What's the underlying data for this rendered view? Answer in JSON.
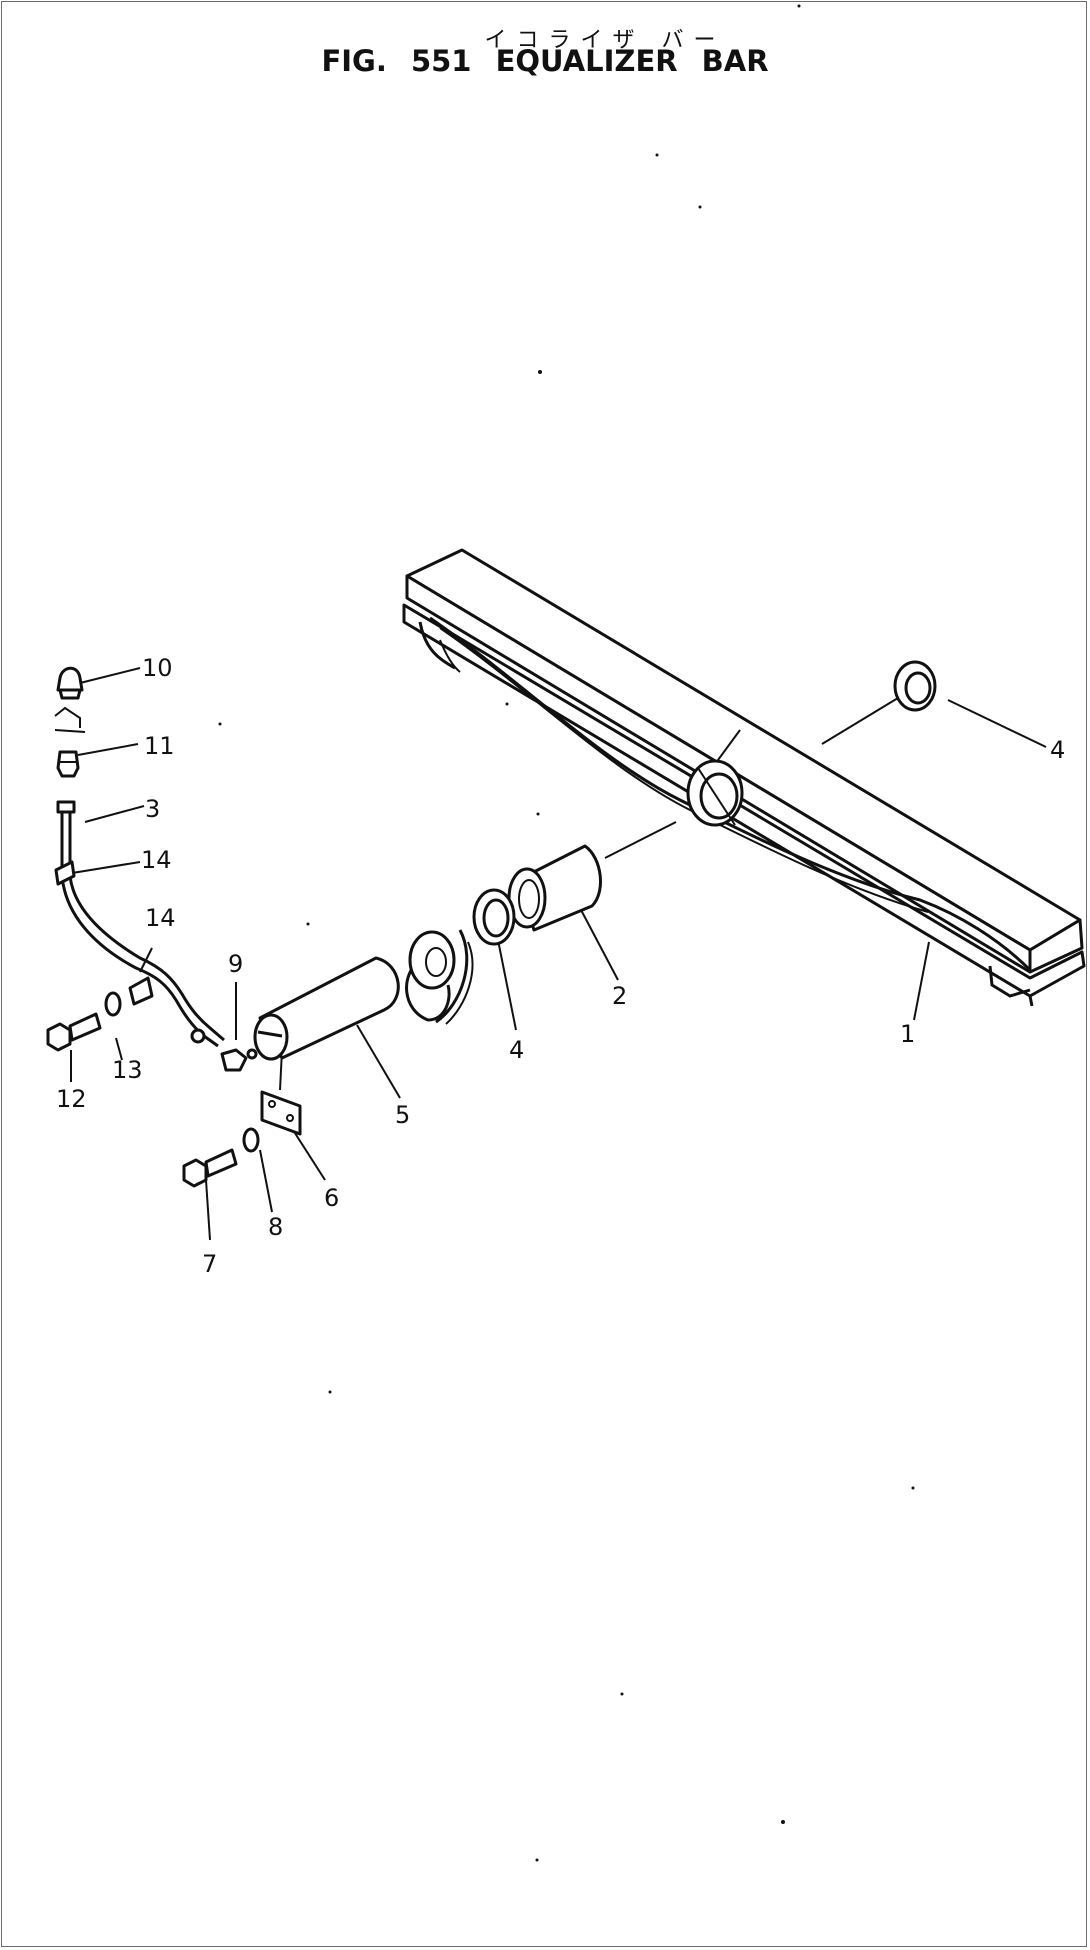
{
  "figure": {
    "title_jp": "イコライザ バー",
    "title": "FIG. 551  EQUALIZER BAR"
  },
  "callouts": {
    "c1": "1",
    "c2": "2",
    "c3": "3",
    "c4_top": "4",
    "c4_mid": "4",
    "c5": "5",
    "c6": "6",
    "c7": "7",
    "c8": "8",
    "c9": "9",
    "c10": "10",
    "c11": "11",
    "c12": "12",
    "c13": "13",
    "c14_upper": "14",
    "c14_lower": "14"
  }
}
